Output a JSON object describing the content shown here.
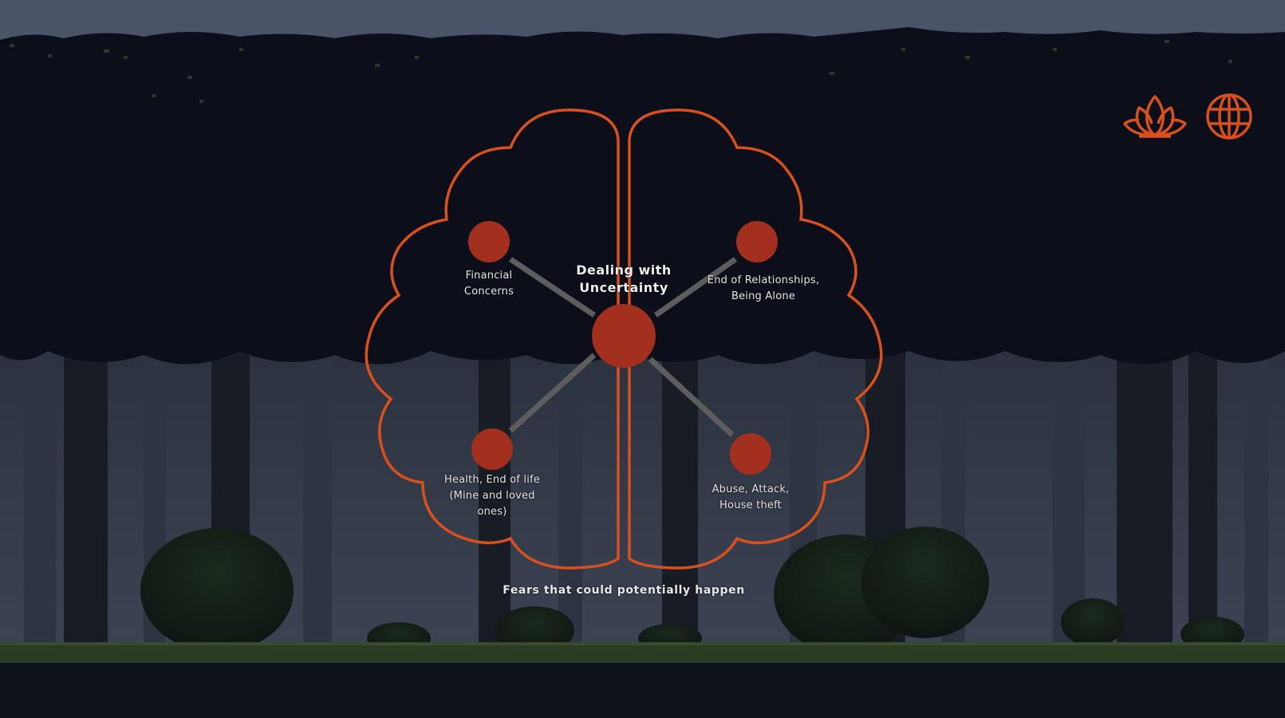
{
  "scene": {
    "name": "forest-night",
    "colors": {
      "sky": "#4a5466",
      "canopy": "#0c0f19",
      "mist": "#3a4252",
      "trunk": "#1a1f29",
      "grass": "#2c3c22",
      "ground": "#0d111a",
      "accent": "#d9501f",
      "node": "#a3301f",
      "connector": "#5a5a5a",
      "text": "#e6e6e6"
    }
  },
  "toolbar": {
    "icons": [
      {
        "name": "lotus-icon",
        "label": "meditation"
      },
      {
        "name": "globe-icon",
        "label": "language"
      }
    ]
  },
  "mindmap": {
    "center": {
      "label_line1": "Dealing with",
      "label_line2": "Uncertainty"
    },
    "nodes": [
      {
        "id": "financial",
        "lines": [
          "Financial",
          "Concerns"
        ]
      },
      {
        "id": "relationships",
        "lines": [
          "End of Relationships,",
          "Being Alone"
        ]
      },
      {
        "id": "health",
        "lines": [
          "Health, End of life",
          "(Mine and loved",
          "ones)"
        ]
      },
      {
        "id": "abuse",
        "lines": [
          "Abuse, Attack,",
          "House theft"
        ]
      }
    ],
    "caption": "Fears that could potentially happen"
  }
}
